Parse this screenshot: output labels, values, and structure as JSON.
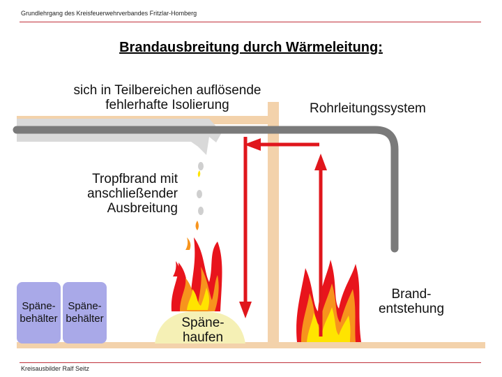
{
  "header": {
    "text": "Grundlehrgang des Kreisfeuerwehrverbandes Fritzlar-Homberg"
  },
  "title": "Brandausbreitung durch Wärmeleitung:",
  "labels": {
    "insulation_line1": "sich in Teilbereichen auflösende",
    "insulation_line2": "fehlerhafte Isolierung",
    "pipe_system": "Rohrleitungssystem",
    "drip_line1": "Tropfbrand mit",
    "drip_line2": "anschließender",
    "drip_line3": "Ausbreitung",
    "origin_line1": "Brand-",
    "origin_line2": "entstehung",
    "heap_line1": "Späne-",
    "heap_line2": "haufen",
    "bin1_line1": "Späne-",
    "bin1_line2": "behälter",
    "bin2_line1": "Späne-",
    "bin2_line2": "behälter"
  },
  "footer": {
    "text": "Kreisausbilder Ralf Seitz"
  },
  "colors": {
    "pipe": "#7a7a7a",
    "insulation": "#d9d9d9",
    "arrow": "#e0161c",
    "beam": "#f3d2ab",
    "bin": "#a9a9e8",
    "heap": "#f5f0b5",
    "flame_red": "#e8141c",
    "flame_orange": "#f7941d",
    "flame_yellow": "#ffe400"
  }
}
